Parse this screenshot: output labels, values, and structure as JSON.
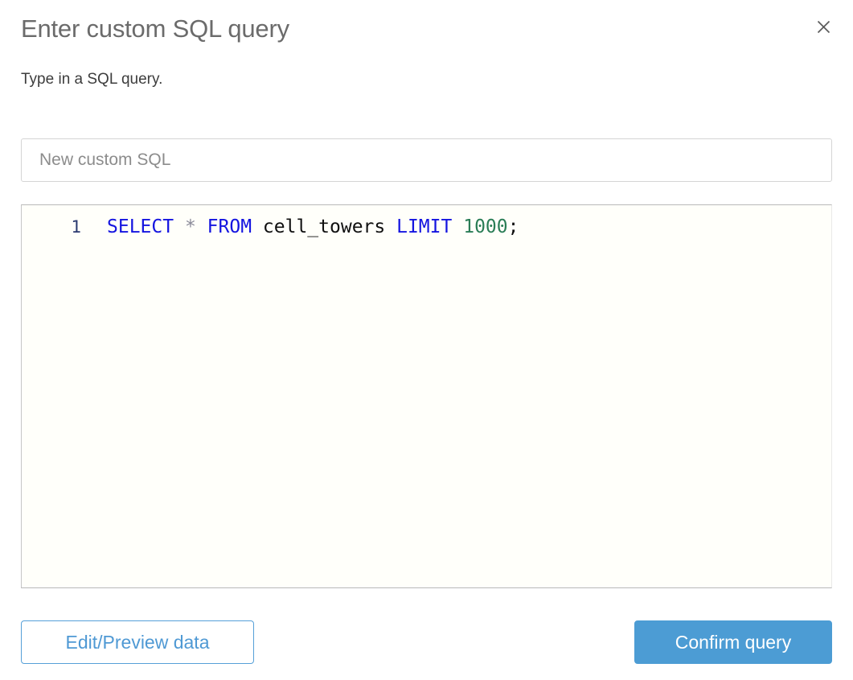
{
  "dialog": {
    "title": "Enter custom SQL query",
    "subtitle": "Type in a SQL query.",
    "close_icon": "close-icon"
  },
  "name_field": {
    "value": "",
    "placeholder": "New custom SQL"
  },
  "editor": {
    "line_number": "1",
    "tokens": {
      "select": "SELECT",
      "star": "*",
      "from": "FROM",
      "table": "cell_towers",
      "limit": "LIMIT",
      "count": "1000",
      "semicolon": ";",
      "sp1": " ",
      "sp2": " ",
      "sp3": " ",
      "sp4": " ",
      "sp5": " "
    },
    "full_query": "SELECT * FROM cell_towers LIMIT 1000;"
  },
  "footer": {
    "secondary_label": "Edit/Preview data",
    "primary_label": "Confirm query"
  },
  "colors": {
    "accent": "#4c9cd4",
    "accent_border": "#56a0d8",
    "keyword": "#1414e0",
    "number": "#2a7d56",
    "title_gray": "#6b6b6b",
    "editor_bg": "#fffffa"
  }
}
